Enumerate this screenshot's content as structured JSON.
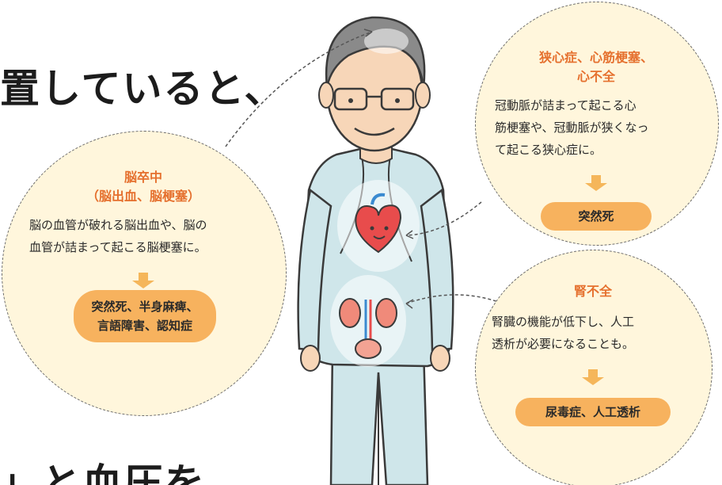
{
  "headline": {
    "line1": "置していると、",
    "line2": "」と血圧を"
  },
  "brain_card": {
    "title_line1": "脳卒中",
    "title_line2": "（脳出血、脳梗塞）",
    "desc_line1": "脳の血管が破れる脳出血や、脳の",
    "desc_line2": "血管が詰まって起こる脳梗塞に。",
    "result_line1": "突然死、半身麻痺、",
    "result_line2": "言語障害、認知症"
  },
  "heart_card": {
    "title_line1": "狭心症、心筋梗塞、",
    "title_line2": "心不全",
    "desc_line1": "冠動脈が詰まって起こる心",
    "desc_line2": "筋梗塞や、冠動脈が狭くなっ",
    "desc_line3": "て起こる狭心症に。",
    "result": "突然死"
  },
  "kidney_card": {
    "title": "腎不全",
    "desc_line1": "腎臓の機能が低下し、人工",
    "desc_line2": "透析が必要になることも。",
    "result": "尿毒症、人工透析"
  },
  "colors": {
    "bubble_fill": "#fff6dc",
    "title_orange": "#e5702e",
    "pill_orange": "#f7b25e",
    "arrow_orange": "#f5b65a",
    "gown": "#cfe6ea"
  }
}
